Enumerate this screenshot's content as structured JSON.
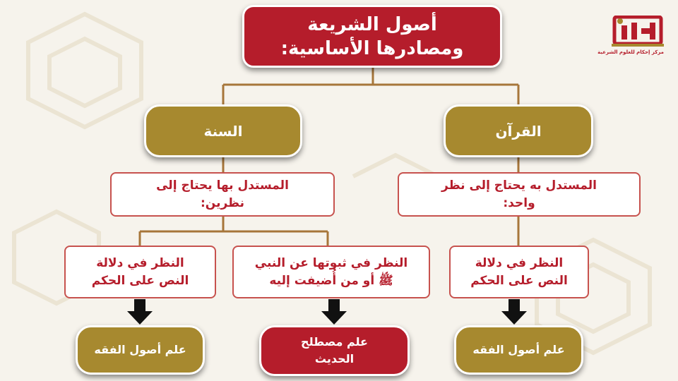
{
  "title": {
    "line1": "أصول الشريعة",
    "line2": "ومصادرها الأساسية:"
  },
  "branches": {
    "quran": {
      "label": "القرآن",
      "description": {
        "line1": "المستدل به يحتاج إلى نظر",
        "line2": "واحد:"
      },
      "aspect": {
        "line1": "النظر في دلالة",
        "line2": "النص على الحكم"
      },
      "result": "علم أصول الفقه"
    },
    "sunnah": {
      "label": "السنة",
      "description": {
        "line1": "المستدل بها يحتاج إلى",
        "line2": "نظرين:"
      },
      "aspect_authenticity": {
        "line1": "النظر في ثبوتها عن النبي",
        "line2": "ﷺ أو من أُضيفت إليه"
      },
      "result_authenticity": {
        "line1": "علم مصطلح",
        "line2": "الحديث"
      },
      "aspect_meaning": {
        "line1": "النظر في دلالة",
        "line2": "النص على الحكم"
      },
      "result_meaning": "علم أصول الفقه"
    }
  },
  "logo": {
    "icon": "ihkam-logo-icon",
    "tagline": "مركز إحكام للعلوم الشرعية"
  },
  "colors": {
    "red": "#b51d2b",
    "gold": "#a7892f",
    "connector": "#a7763a",
    "arrow": "#111111",
    "background": "#f6f3ec"
  }
}
